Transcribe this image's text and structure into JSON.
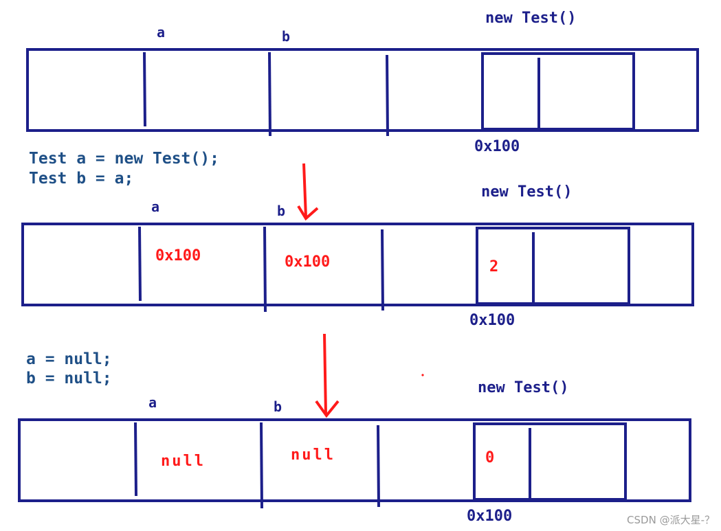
{
  "colors": {
    "frame": "#1c1f8a",
    "code": "#1e4f86",
    "value": "#ff1a1a",
    "arrow": "#ff1a1a",
    "watermark": "#9a9a9a"
  },
  "code_blocks": {
    "step1": [
      "Test a = new Test();",
      "Test b = a;"
    ],
    "step2": [
      "a = null;",
      "b = null;"
    ]
  },
  "panels": [
    {
      "label_a": "a",
      "label_b": "b",
      "object_label": "new Test()",
      "address_label": "0x100",
      "cell_a_value": "",
      "cell_b_value": "",
      "object_count": ""
    },
    {
      "label_a": "a",
      "label_b": "b",
      "object_label": "new Test()",
      "address_label": "0x100",
      "cell_a_value": "0x100",
      "cell_b_value": "0x100",
      "object_count": "2"
    },
    {
      "label_a": "a",
      "label_b": "b",
      "object_label": "new Test()",
      "address_label": "0x100",
      "cell_a_value": "null",
      "cell_b_value": "null",
      "object_count": "0"
    }
  ],
  "watermark": "CSDN @派大星-？"
}
